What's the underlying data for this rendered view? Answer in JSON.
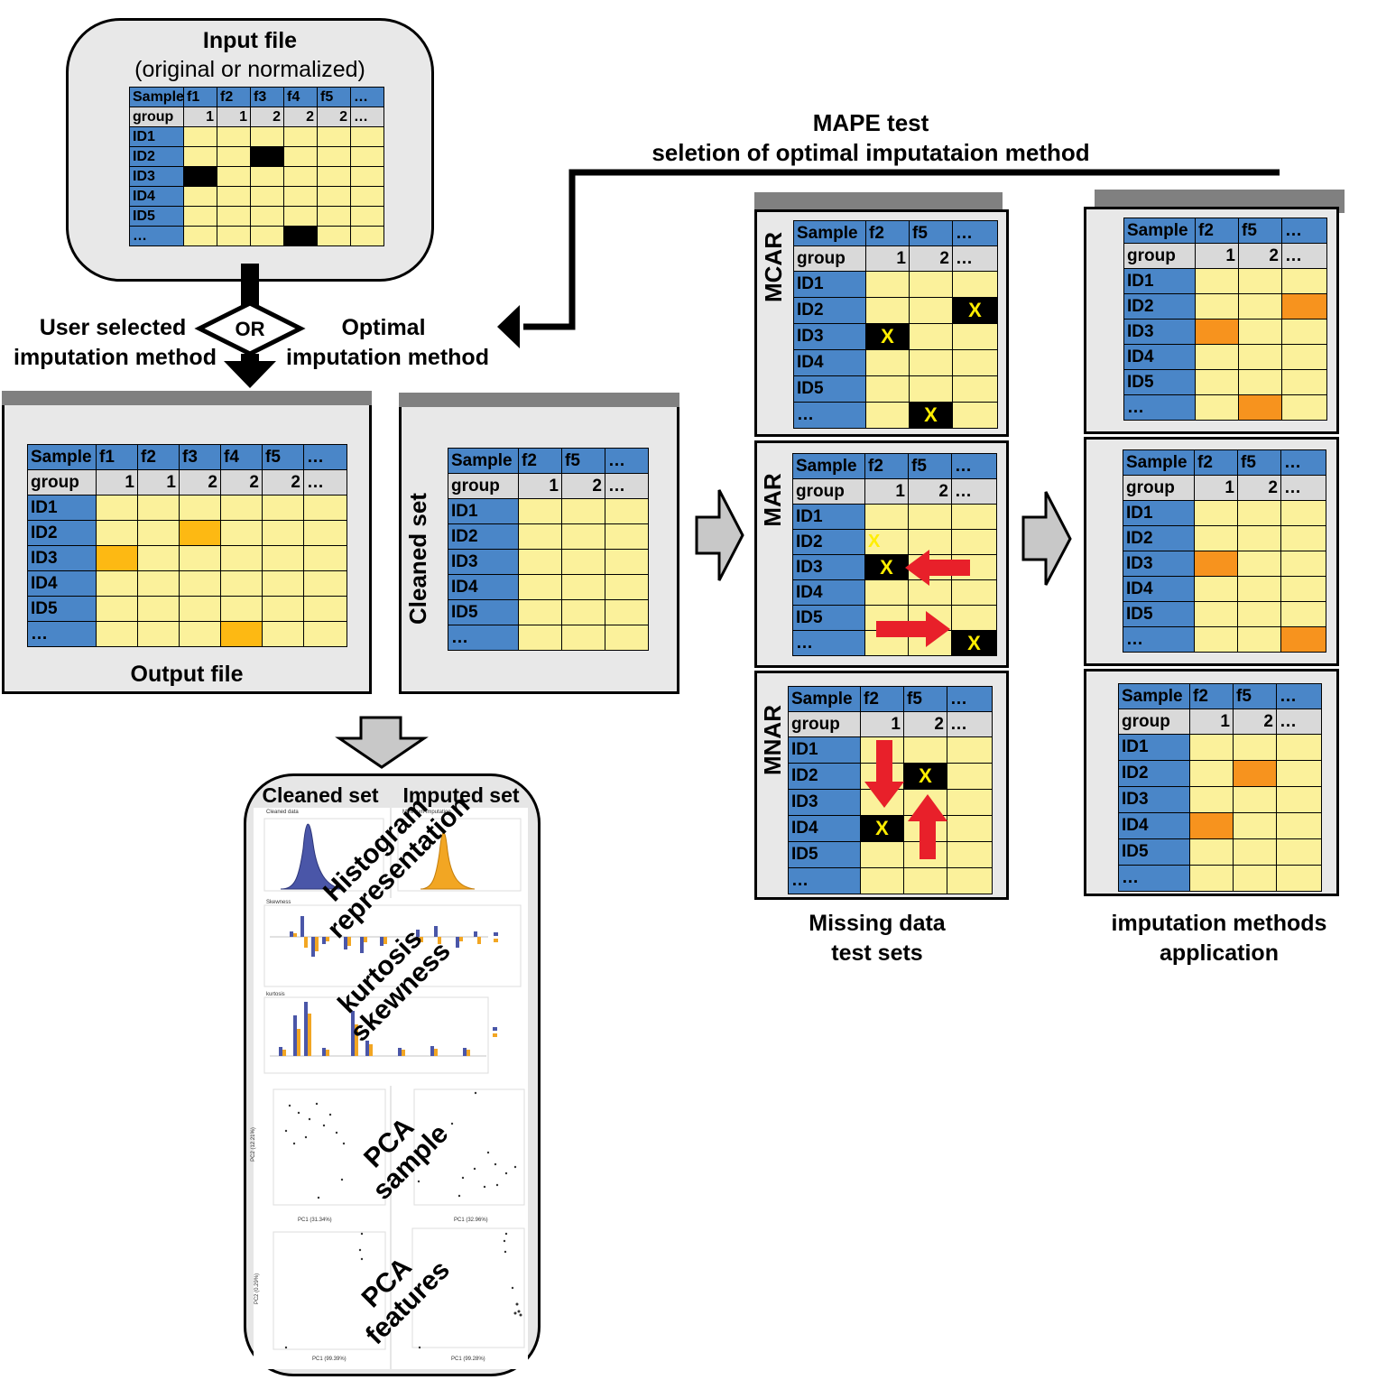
{
  "input_box": {
    "title": "Input file",
    "subtitle": "(original or normalized)"
  },
  "mape": {
    "line1": "MAPE test",
    "line2": "seletion of optimal imputataion method"
  },
  "decision": {
    "or_label": "OR",
    "left_line1": "User selected",
    "left_line2": "imputation method",
    "right_line1": "Optimal",
    "right_line2": "imputation method"
  },
  "output_box": {
    "caption": "Output file"
  },
  "cleaned_box": {
    "side_label": "Cleaned set"
  },
  "test_sets": {
    "mcar": "MCAR",
    "mar": "MAR",
    "mnar": "MNAR",
    "caption_line1": "Missing data",
    "caption_line2": "test sets"
  },
  "application": {
    "caption_line1": "imputation methods",
    "caption_line2": "application"
  },
  "results": {
    "cleaned_header": "Cleaned set",
    "imputed_header": "Imputed set",
    "histogram_line1": "Histogram",
    "histogram_line2": "representation",
    "stats_line1": "kurtosis",
    "stats_line2": "skewness",
    "pca_sample_line1": "PCA",
    "pca_sample_line2": "sample",
    "pca_features_line1": "PCA",
    "pca_features_line2": "features",
    "mini_cleaned_title": "Cleaned data",
    "mini_imputed_title": "Minimum imputation",
    "mini_skew_title": "Skewness",
    "mini_kurt_title": "kurtosis",
    "mini_pc1_clean": "PC1 (31.34%)",
    "mini_pc2_clean": "PC2 (12.21%)",
    "mini_pc1_imp": "PC1 (32.96%)",
    "mini_pcf1_clean": "PC1 (99.39%)",
    "mini_pcf2_clean": "PC2 (0.29%)",
    "mini_pcf1_imp": "PC1 (99.28%)"
  },
  "tables": {
    "input": {
      "header": [
        "Sample",
        "f1",
        "f2",
        "f3",
        "f4",
        "f5",
        "…"
      ],
      "group": [
        "group",
        "1",
        "1",
        "2",
        "2",
        "2",
        "…"
      ],
      "ids": [
        "ID1",
        "ID2",
        "ID3",
        "ID4",
        "ID5",
        "…"
      ]
    },
    "output": {
      "header": [
        "Sample",
        "f1",
        "f2",
        "f3",
        "f4",
        "f5",
        "…"
      ],
      "group": [
        "group",
        "1",
        "1",
        "2",
        "2",
        "2",
        "…"
      ],
      "ids": [
        "ID1",
        "ID2",
        "ID3",
        "ID4",
        "ID5",
        "…"
      ]
    },
    "small": {
      "header": [
        "Sample",
        "f2",
        "f5",
        "…"
      ],
      "group": [
        "group",
        "1",
        "2",
        "…"
      ],
      "ids": [
        "ID1",
        "ID2",
        "ID3",
        "ID4",
        "ID5",
        "…"
      ]
    },
    "missing_mark": "X"
  },
  "colors": {
    "header_blue": "#4a86c8",
    "cell_yellow": "#fbf19b",
    "imputed_orange": "#fdb913",
    "method_orange": "#f7931e",
    "arrow_red": "#e8202a",
    "panel_gray": "#e8e8e8"
  }
}
